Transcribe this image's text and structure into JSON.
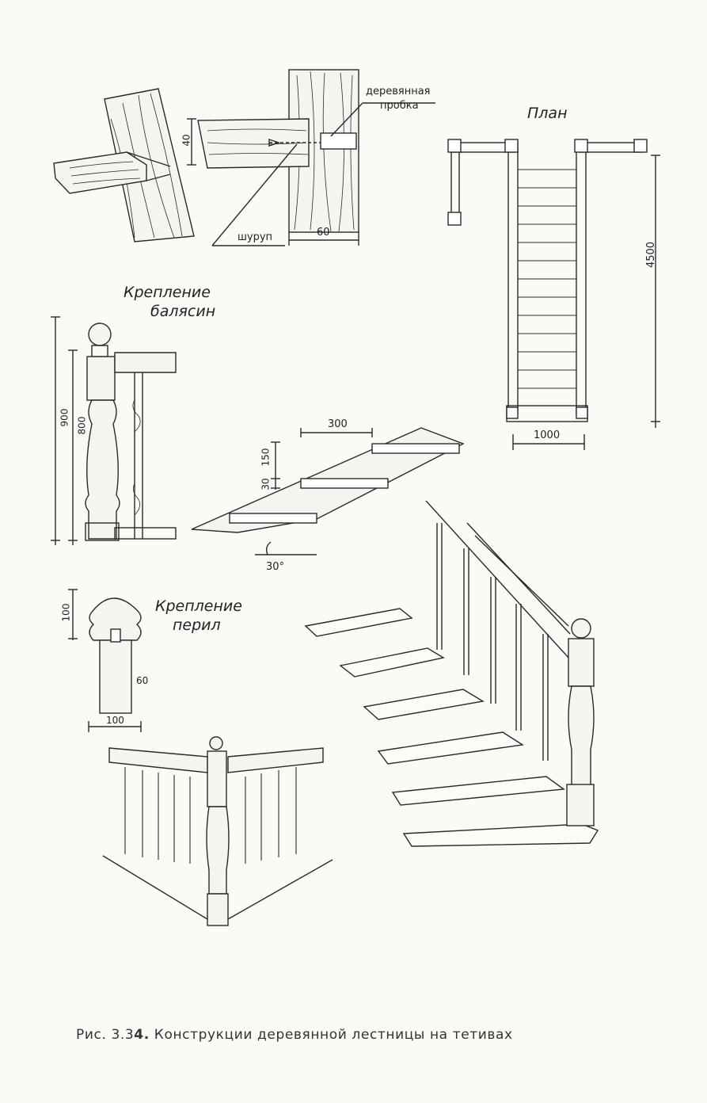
{
  "labels": {
    "wood_plug": "деревянная\nпробка",
    "wood_plug_line1": "деревянная",
    "wood_plug_line2": "пробка",
    "screw": "шуруп",
    "plan": "План",
    "baluster_title_line1": "Крепление",
    "baluster_title_line2": "балясин",
    "railing_title_line1": "Крепление",
    "railing_title_line2": "перил"
  },
  "dimensions": {
    "tenon_40": "40",
    "plug_60": "60",
    "plan_4500": "4500",
    "plan_1000": "1000",
    "step_300": "300",
    "step_150": "150",
    "step_30": "30",
    "angle_30": "30°",
    "post_900": "900",
    "post_800": "800",
    "rail_100_h": "100",
    "rail_60": "60",
    "rail_100_w": "100"
  },
  "caption": {
    "prefix": "Рис. 3.3",
    "bold": "4.",
    "text": " Конструкции деревянной лестницы на тетивах"
  },
  "colors": {
    "ink": "#2a2a2a",
    "paper": "#fafaf7"
  }
}
